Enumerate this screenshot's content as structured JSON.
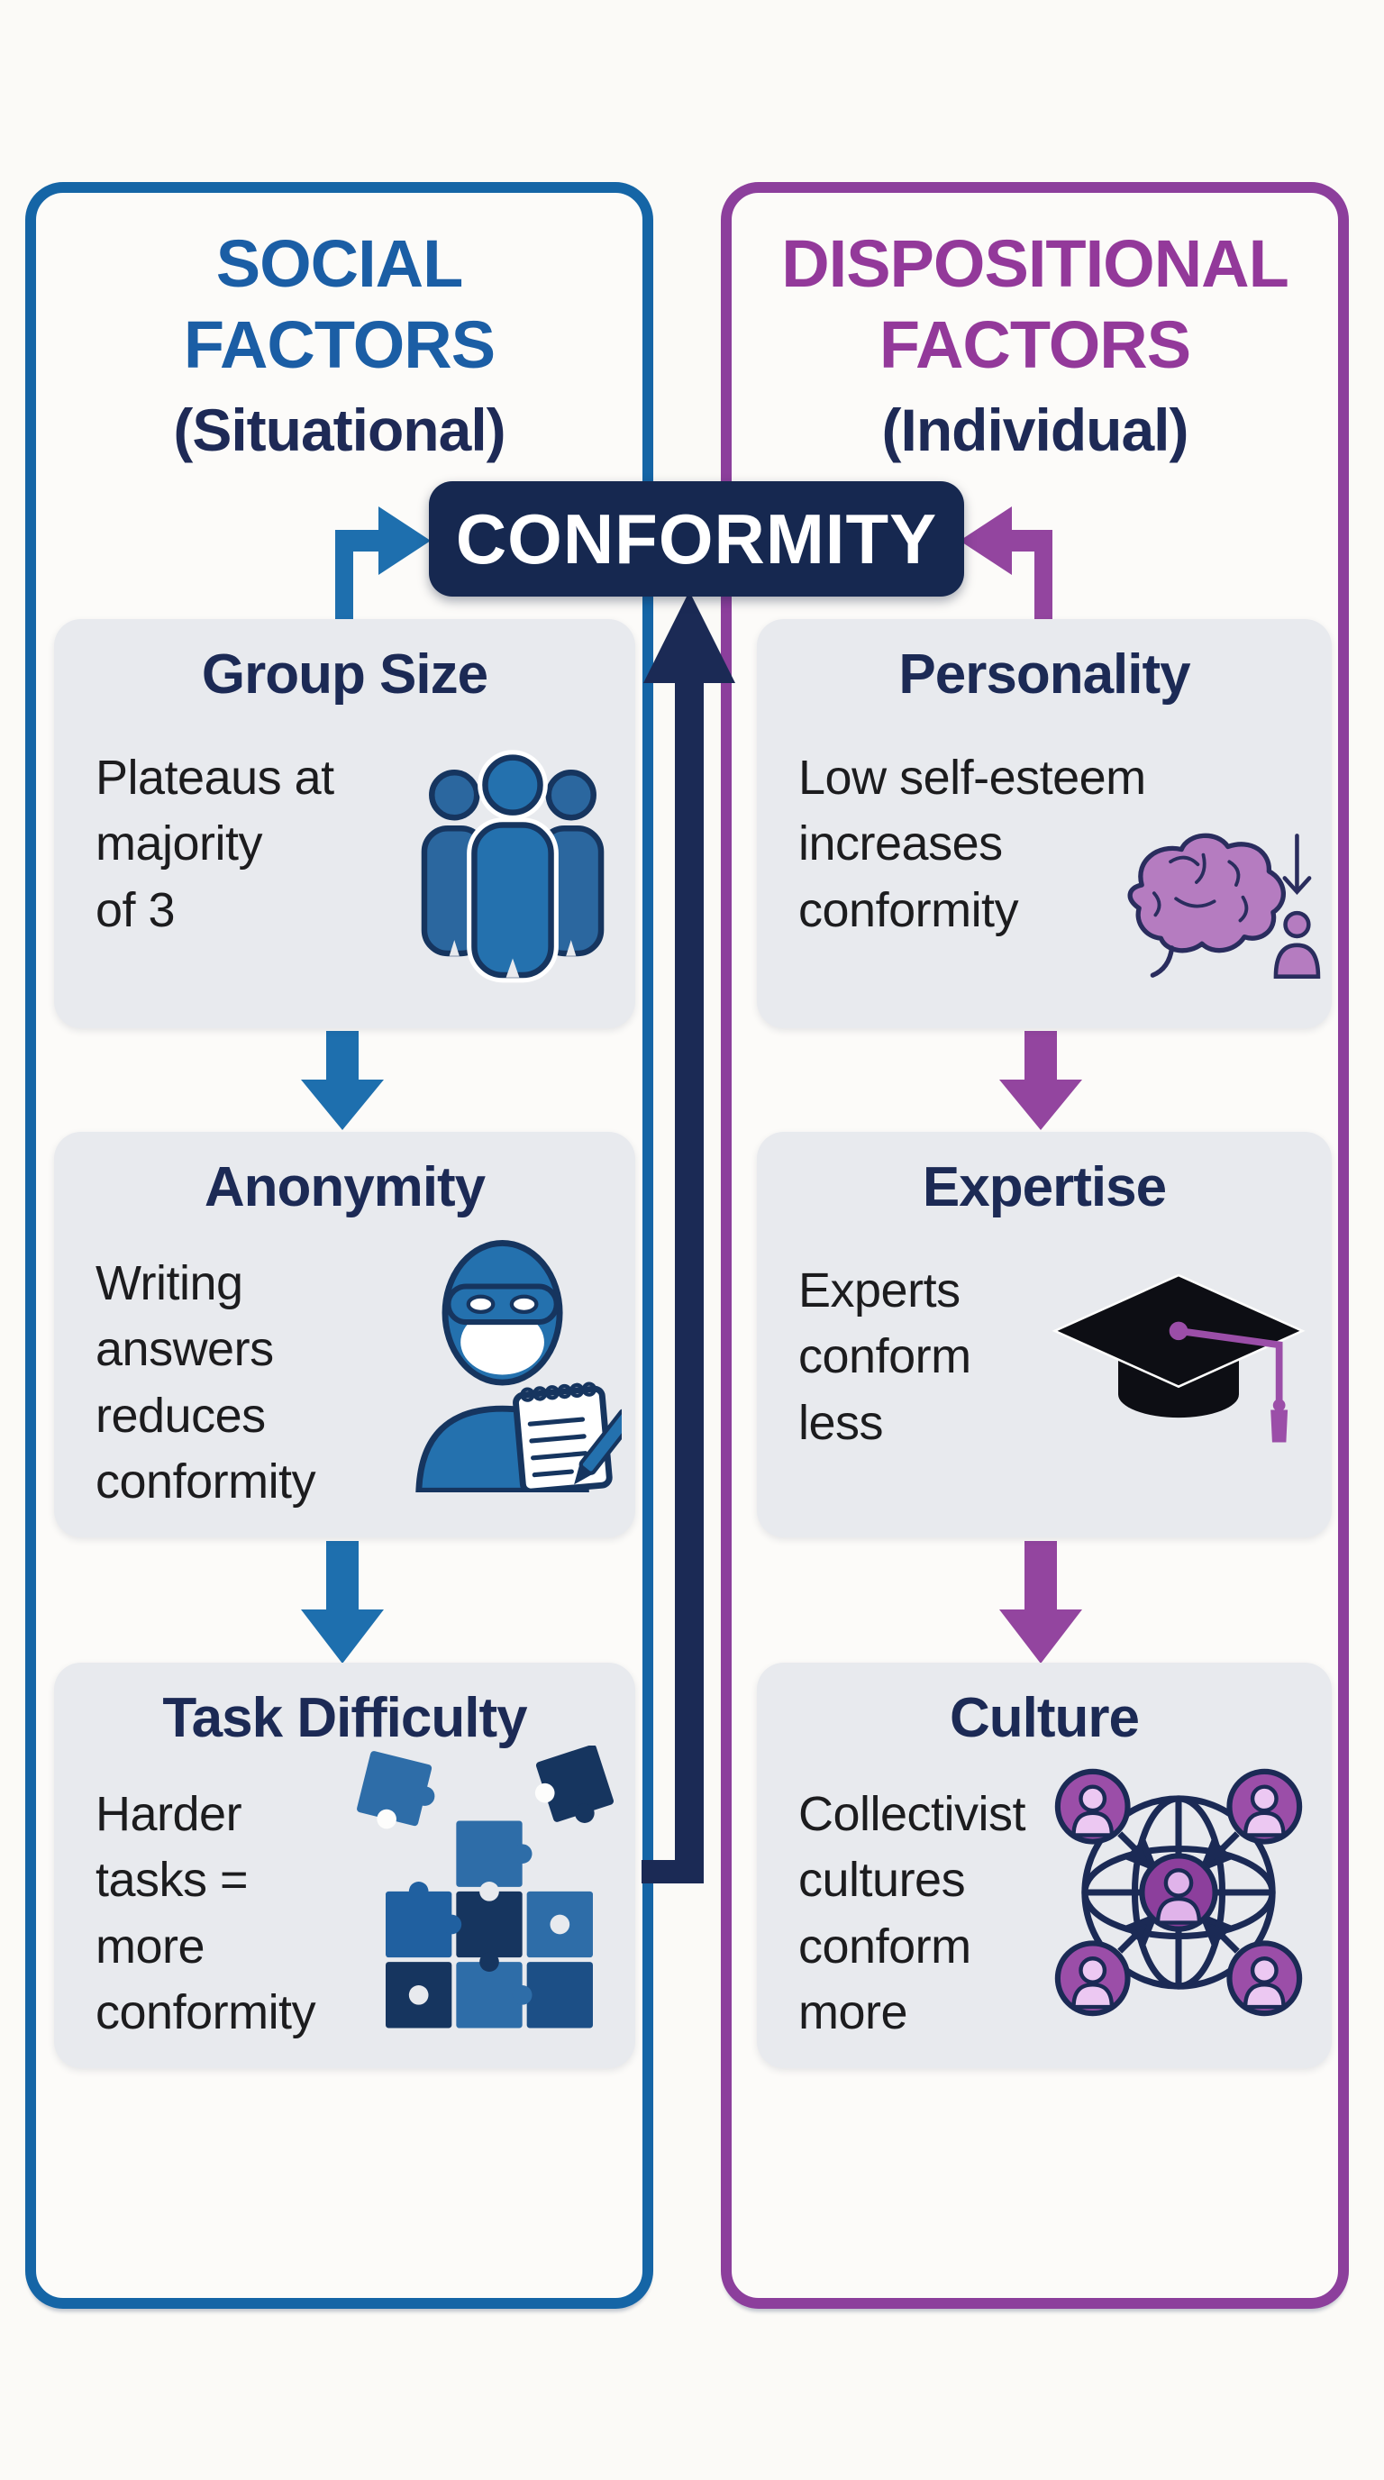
{
  "banner": {
    "label": "CONFORMITY",
    "bg": "#162850",
    "text_color": "#ffffff"
  },
  "left_panel": {
    "accent": "#1565a6",
    "title_lines": [
      "SOCIAL",
      "FACTORS"
    ],
    "title_color": "#1b5ea5",
    "subtitle": "(Situational)",
    "subtitle_color": "#1e2a56",
    "cards": [
      {
        "title": "Group Size",
        "lines": [
          "Plateaus at",
          "majority",
          "of 3"
        ],
        "icon": "three-people-icon"
      },
      {
        "title": "Anonymity",
        "lines": [
          "Writing",
          "answers",
          "reduces",
          "conformity"
        ],
        "icon": "masked-person-notepad-icon"
      },
      {
        "title": "Task Difficulty",
        "lines": [
          "Harder",
          "tasks =",
          "more",
          "conformity"
        ],
        "icon": "puzzle-pieces-icon"
      }
    ]
  },
  "right_panel": {
    "accent": "#8c3f9c",
    "title_lines": [
      "DISPOSITIONAL",
      "FACTORS"
    ],
    "title_color": "#93399a",
    "subtitle": "(Individual)",
    "subtitle_color": "#1e2a56",
    "cards": [
      {
        "title": "Personality",
        "lines": [
          "Low self-esteem",
          "increases",
          "conformity"
        ],
        "icon": "brain-decrease-icon"
      },
      {
        "title": "Expertise",
        "lines": [
          "Experts",
          "conform",
          "less"
        ],
        "icon": "graduation-cap-icon"
      },
      {
        "title": "Culture",
        "lines": [
          "Collectivist",
          "cultures",
          "conform",
          "more"
        ],
        "icon": "global-network-icon"
      }
    ]
  },
  "colors": {
    "card_bg": "#e8eaee",
    "card_title": "#1c2a55",
    "body_text": "#1c1c1e",
    "blue_arrow": "#1e6fae",
    "purple_arrow": "#93459f",
    "navy_arrow": "#1b2a55"
  }
}
